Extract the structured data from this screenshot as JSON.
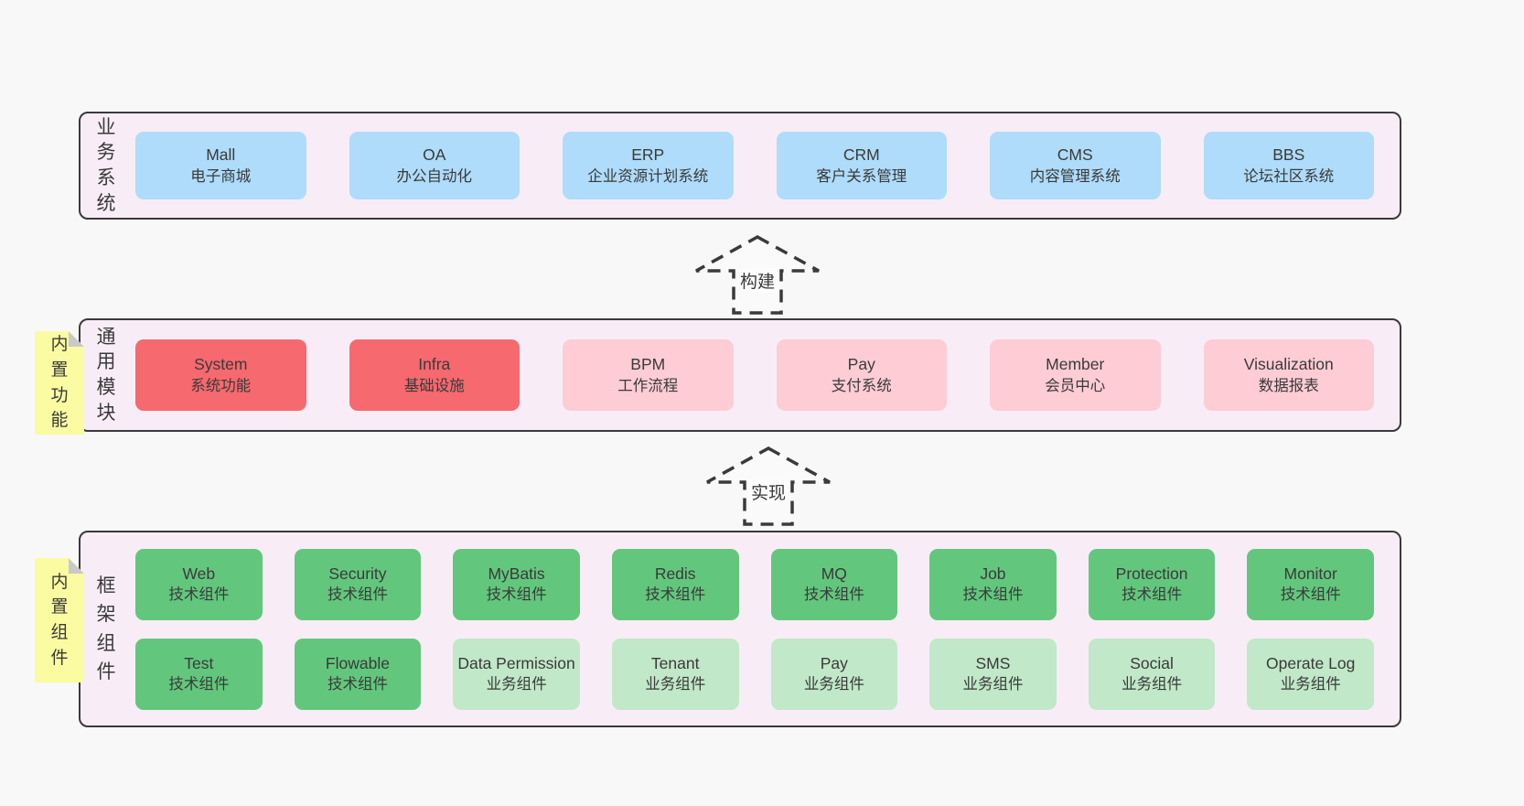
{
  "palette": {
    "page_background": "#f8f8f8",
    "panel_background": "#f8edf6",
    "panel_border": "#3a3a3a",
    "business_box_blue": "#aedcfa",
    "module_box_red": "#f5696f",
    "module_box_pink": "#fdccd5",
    "framework_box_green_dark": "#62c77d",
    "framework_box_green_light": "#c1e8c8",
    "note_yellow": "#fbfba1",
    "note_fold_gray": "#c9c9c9",
    "text": "#3a3a3a"
  },
  "sections": {
    "business": {
      "label": "业务系统",
      "items": [
        {
          "title": "Mall",
          "subtitle": "电子商城"
        },
        {
          "title": "OA",
          "subtitle": "办公自动化"
        },
        {
          "title": "ERP",
          "subtitle": "企业资源计划系统"
        },
        {
          "title": "CRM",
          "subtitle": "客户关系管理"
        },
        {
          "title": "CMS",
          "subtitle": "内容管理系统"
        },
        {
          "title": "BBS",
          "subtitle": "论坛社区系统"
        }
      ]
    },
    "arrow_build": {
      "label": "构建"
    },
    "modules": {
      "label": "通用模块",
      "note": "内置功能",
      "items": [
        {
          "title": "System",
          "subtitle": "系统功能",
          "variant": "red"
        },
        {
          "title": "Infra",
          "subtitle": "基础设施",
          "variant": "red"
        },
        {
          "title": "BPM",
          "subtitle": "工作流程",
          "variant": "pink"
        },
        {
          "title": "Pay",
          "subtitle": "支付系统",
          "variant": "pink"
        },
        {
          "title": "Member",
          "subtitle": "会员中心",
          "variant": "pink"
        },
        {
          "title": "Visualization",
          "subtitle": "数据报表",
          "variant": "pink"
        }
      ]
    },
    "arrow_implement": {
      "label": "实现"
    },
    "framework": {
      "label": "框架组件",
      "note": "内置组件",
      "rows": [
        [
          {
            "title": "Web",
            "subtitle": "技术组件",
            "variant": "green-dark"
          },
          {
            "title": "Security",
            "subtitle": "技术组件",
            "variant": "green-dark"
          },
          {
            "title": "MyBatis",
            "subtitle": "技术组件",
            "variant": "green-dark"
          },
          {
            "title": "Redis",
            "subtitle": "技术组件",
            "variant": "green-dark"
          },
          {
            "title": "MQ",
            "subtitle": "技术组件",
            "variant": "green-dark"
          },
          {
            "title": "Job",
            "subtitle": "技术组件",
            "variant": "green-dark"
          },
          {
            "title": "Protection",
            "subtitle": "技术组件",
            "variant": "green-dark"
          },
          {
            "title": "Monitor",
            "subtitle": "技术组件",
            "variant": "green-dark"
          }
        ],
        [
          {
            "title": "Test",
            "subtitle": "技术组件",
            "variant": "green-dark"
          },
          {
            "title": "Flowable",
            "subtitle": "技术组件",
            "variant": "green-dark"
          },
          {
            "title": "Data Permission",
            "subtitle": "业务组件",
            "variant": "green-light"
          },
          {
            "title": "Tenant",
            "subtitle": "业务组件",
            "variant": "green-light"
          },
          {
            "title": "Pay",
            "subtitle": "业务组件",
            "variant": "green-light"
          },
          {
            "title": "SMS",
            "subtitle": "业务组件",
            "variant": "green-light"
          },
          {
            "title": "Social",
            "subtitle": "业务组件",
            "variant": "green-light"
          },
          {
            "title": "Operate Log",
            "subtitle": "业务组件",
            "variant": "green-light"
          }
        ]
      ]
    }
  }
}
